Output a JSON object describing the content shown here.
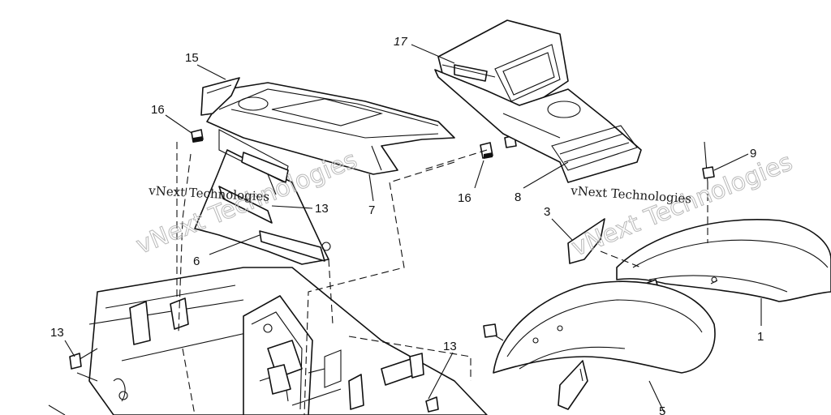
{
  "watermarks": [
    {
      "small": "vNext Technologies",
      "big": "vNext Technologies"
    },
    {
      "small": "vNext Technologies",
      "big": "vNext Technologies"
    }
  ],
  "callouts": {
    "c1": "1",
    "c3": "3",
    "c5": "5",
    "c6": "6",
    "c7": "7",
    "c8": "8",
    "c9": "9",
    "c13a": "13",
    "c13b": "13",
    "c13c": "13",
    "c15": "15",
    "c16a": "16",
    "c16b": "16",
    "c17": "17"
  },
  "colors": {
    "ink": "#111111",
    "paper": "#ffffff",
    "watermark": "#b9b9b9"
  }
}
